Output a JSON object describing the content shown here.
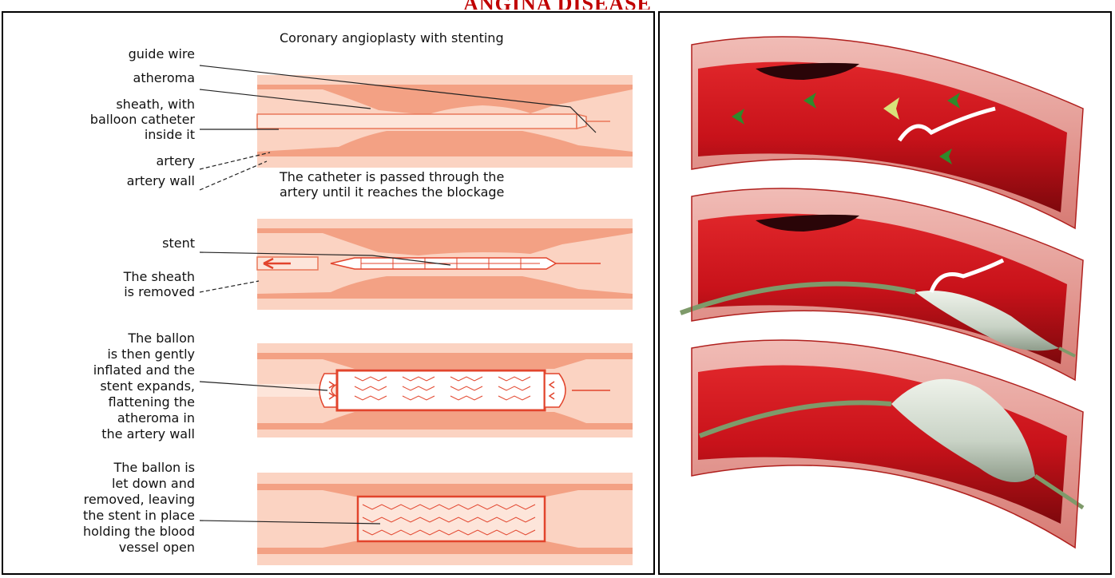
{
  "document": {
    "title_fragment": "ANGINA DISEASE"
  },
  "left_panel": {
    "title": "Coronary angioplasty with stenting",
    "labels": {
      "guide_wire": "guide wire",
      "atheroma": "atheroma",
      "sheath_line1": "sheath, with",
      "sheath_line2": "balloon catheter",
      "sheath_line3": "inside it",
      "artery": "artery",
      "artery_wall": "artery wall",
      "stent": "stent",
      "sheath_removed_line1": "The sheath",
      "sheath_removed_line2": "is removed",
      "inflate_line1": "The ballon",
      "inflate_line2": "is then gently",
      "inflate_line3": "inflated and the",
      "inflate_line4": "stent expands,",
      "inflate_line5": "flattening the",
      "inflate_line6": "atheroma in",
      "inflate_line7": "the artery wall",
      "deflate_line1": "The ballon is",
      "deflate_line2": "let down and",
      "deflate_line3": "removed, leaving",
      "deflate_line4": "the stent in place",
      "deflate_line5": "holding the blood",
      "deflate_line6": "vessel open"
    },
    "caption_line1": "The catheter is passed through the",
    "caption_line2": "artery until it reaches the blockage"
  },
  "colors": {
    "artery_light": "#fbd3c2",
    "artery_mid": "#f3a184",
    "artery_dark": "#e9785a",
    "stent_red": "#e2442c",
    "blood_red": "#c8121a",
    "blood_dark": "#8e0a0f",
    "wall_pink": "#e9a6a0",
    "balloon_grey": "#c9d3c6",
    "wire_green": "#7e9a6a",
    "doc_title_red": "#c00000"
  }
}
